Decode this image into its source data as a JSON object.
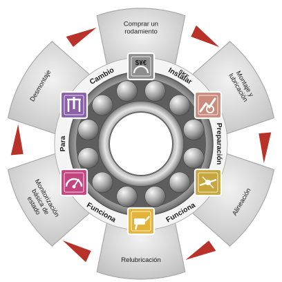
{
  "title": "",
  "stages": [
    {
      "id": "purchase",
      "lines": [
        "Comprar un",
        "rodamiento"
      ],
      "icon": "currency-icon",
      "color": "#8e8e8e"
    },
    {
      "id": "mounting",
      "lines": [
        "Montaje y",
        "lubricación"
      ],
      "icon": "hands-icon",
      "color": "#c98c7c"
    },
    {
      "id": "alignment",
      "lines": [
        "Alineación"
      ],
      "icon": "alignment-icon",
      "color": "#c8a63e"
    },
    {
      "id": "relubrication",
      "lines": [
        "Relubricación"
      ],
      "icon": "grease-gun-icon",
      "color": "#e2b43a"
    },
    {
      "id": "monitoring",
      "lines": [
        "Monitorización",
        "básica de",
        "estado"
      ],
      "icon": "gauge-icon",
      "color": "#c3457f"
    },
    {
      "id": "dismounting",
      "lines": [
        "Desmontaje"
      ],
      "icon": "puller-icon",
      "color": "#8a5ea9"
    }
  ],
  "ring_labels": [
    "Instalar",
    "Preparación",
    "Funciona",
    "Funciona",
    "Para",
    "Cambio"
  ],
  "brand": "SKF",
  "colors": {
    "arrow": "#b8322a",
    "petal_fill": "#d9d9d9",
    "petal_stroke": "#a9a9a9",
    "hub": "#6f6f6f"
  }
}
